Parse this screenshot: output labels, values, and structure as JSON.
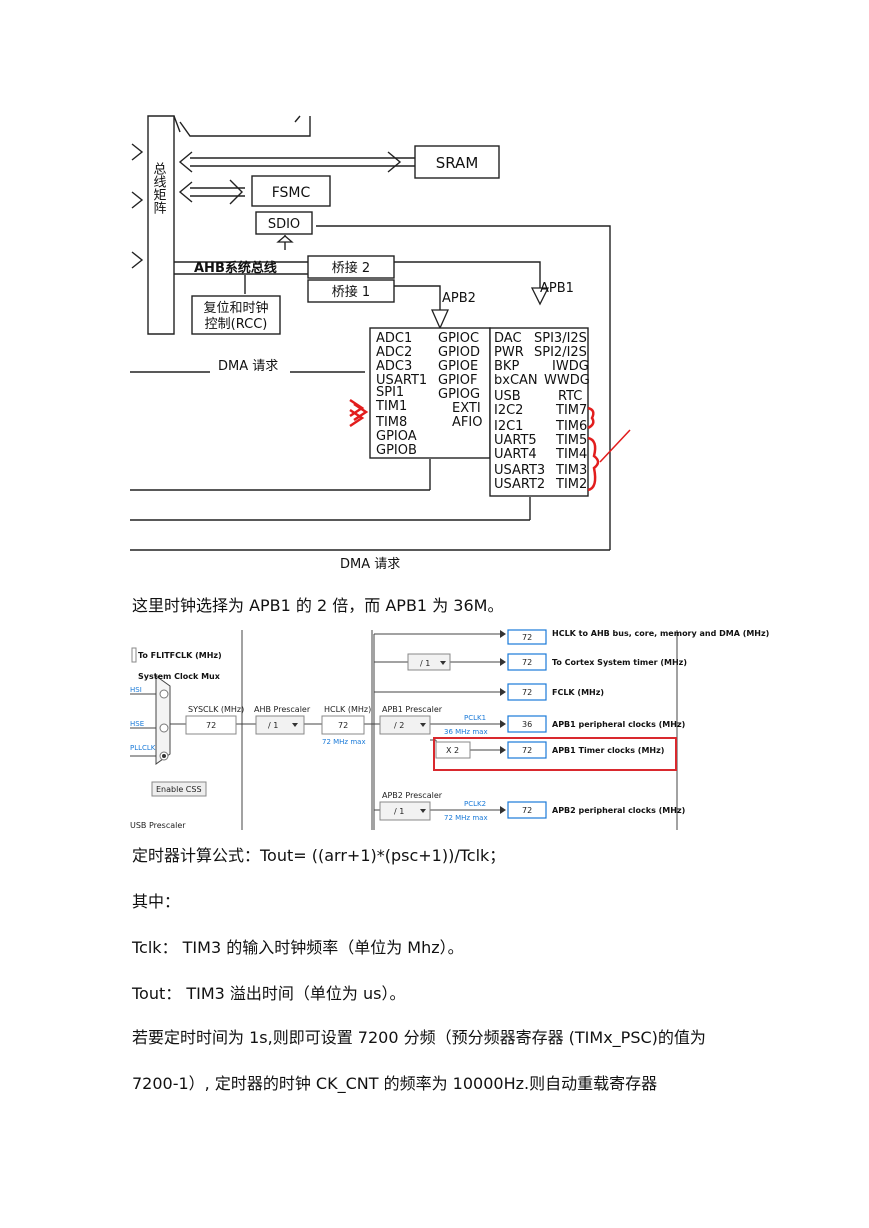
{
  "diagram1": {
    "bus_matrix_label": "总线矩阵",
    "sram": "SRAM",
    "fsmc": "FSMC",
    "sdio": "SDIO",
    "ahb_bus": "AHB系统总线",
    "bridge2": "桥接 2",
    "bridge1": "桥接 1",
    "rcc_line1": "复位和时钟",
    "rcc_line2": "控制(RCC)",
    "apb2_label": "APB2",
    "apb1_label": "APB1",
    "dma_request_top": "DMA 请求",
    "dma_request_bottom": "DMA 请求",
    "apb2_left_col": [
      "ADC1",
      "ADC2",
      "ADC3",
      "USART1",
      "SPI1",
      "TIM1",
      "TIM8",
      "GPIOA",
      "GPIOB"
    ],
    "apb2_right_col": [
      "GPIOC",
      "GPIOD",
      "GPIOE",
      "GPIOF",
      "GPIOG",
      "EXTI",
      "AFIO"
    ],
    "apb1_left_col": [
      "DAC",
      "PWR",
      "BKP",
      "bxCAN",
      "USB",
      "I2C2",
      "I2C1",
      "UART5",
      "UART4",
      "USART3",
      "USART2"
    ],
    "apb1_right_col": [
      "SPI3/I2S",
      "SPI2/I2S",
      "IWDG",
      "WWDG",
      "RTC",
      "TIM7",
      "TIM6",
      "TIM5",
      "TIM4",
      "TIM3",
      "TIM2"
    ]
  },
  "caption1": "这里时钟选择为 APB1 的 2 倍，而 APB1 为 36M。",
  "diagram2": {
    "flitf": "To FLITFCLK (MHz)",
    "sys_clock_mux": "System Clock Mux",
    "hsi": "HSI",
    "hse": "HSE",
    "pllclk": "PLLCLK",
    "enable_css": "Enable CSS",
    "usb_prescaler": "USB Prescaler",
    "sysclk_label": "SYSCLK (MHz)",
    "sysclk_value": "72",
    "ahb_prescaler": "AHB Prescaler",
    "ahb_div": "/ 1",
    "hclk_label": "HCLK (MHz)",
    "hclk_value": "72",
    "hclk_max": "72 MHz max",
    "apb1_prescaler": "APB1 Prescaler",
    "apb1_div": "/ 2",
    "pclk1": "PCLK1",
    "pclk1_max": "36 MHz max",
    "x2": "X 2",
    "cortex_div": "/ 1",
    "apb2_prescaler": "APB2 Prescaler",
    "apb2_div": "/ 1",
    "pclk2": "PCLK2",
    "pclk2_max": "72 MHz max",
    "outputs": [
      {
        "value": "72",
        "label": "HCLK to AHB bus, core, memory and DMA (MHz)"
      },
      {
        "value": "72",
        "label": "To Cortex System timer (MHz)"
      },
      {
        "value": "72",
        "label": "FCLK (MHz)"
      },
      {
        "value": "36",
        "label": "APB1 peripheral clocks (MHz)"
      },
      {
        "value": "72",
        "label": "APB1 Timer clocks (MHz)"
      },
      {
        "value": "72",
        "label": "APB2 peripheral clocks (MHz)"
      }
    ],
    "highlight_color": "#d9292e"
  },
  "text": {
    "formula": "定时器计算公式：Tout= ((arr+1)*(psc+1))/Tclk；",
    "where": "其中：",
    "tclk": "Tclk： TIM3 的输入时钟频率（单位为 Mhz）。",
    "tout": "Tout： TIM3 溢出时间（单位为 us）。",
    "line1": "若要定时时间为 1s,则即可设置 7200 分频（预分频器寄存器 (TIMx_PSC)的值为",
    "line2": "7200-1）,  定时器的时钟 CK_CNT 的频率为 10000Hz.则自动重载寄存器"
  }
}
